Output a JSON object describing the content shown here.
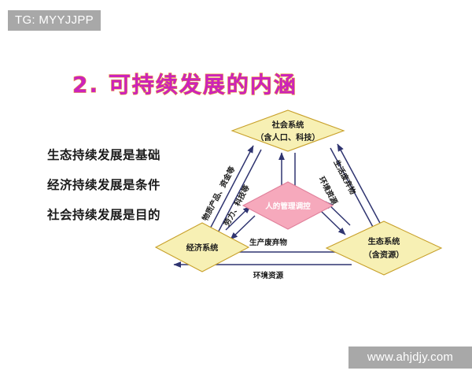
{
  "badge": {
    "text": "TG: MYYJJPP"
  },
  "watermark": {
    "text": "www.ahjdjy.com"
  },
  "slide": {
    "title": "2. 可持续发展的内涵",
    "title_color": "#cc22bb",
    "title_outline_color": "#e8a33d",
    "background": "#ffffff"
  },
  "statements": [
    {
      "text": "生态持续发展是基础"
    },
    {
      "text": "经济持续发展是条件"
    },
    {
      "text": "社会持续发展是目的"
    }
  ],
  "diagram": {
    "type": "concept-diagram",
    "node_fill_yellow": "#f7f0b4",
    "node_fill_pink": "#f6a9bc",
    "arrow_color": "#2f3470",
    "nodes": [
      {
        "id": "social",
        "shape": "diamond",
        "fill": "#f7f0b4",
        "line1": "社会系统",
        "line2": "（含人口、科技）"
      },
      {
        "id": "economic",
        "shape": "diamond",
        "fill": "#f7f0b4",
        "line1": "经济系统",
        "line2": ""
      },
      {
        "id": "ecological",
        "shape": "diamond",
        "fill": "#f7f0b4",
        "line1": "生态系统",
        "line2": "（含资源）"
      },
      {
        "id": "human-control",
        "shape": "diamond",
        "fill": "#f6a9bc",
        "line1": "人的管理调控",
        "line2": ""
      }
    ],
    "edge_labels": [
      {
        "id": "material-goods-capital",
        "text": "物质产品、资金等"
      },
      {
        "id": "labor-technology",
        "text": "劳力、科技等"
      },
      {
        "id": "living-waste",
        "text": "生活废弃物"
      },
      {
        "id": "environmental-resources-right",
        "text": "环境资源"
      },
      {
        "id": "production-waste",
        "text": "生产废弃物"
      },
      {
        "id": "environmental-resources-bottom",
        "text": "环境资源"
      }
    ]
  }
}
